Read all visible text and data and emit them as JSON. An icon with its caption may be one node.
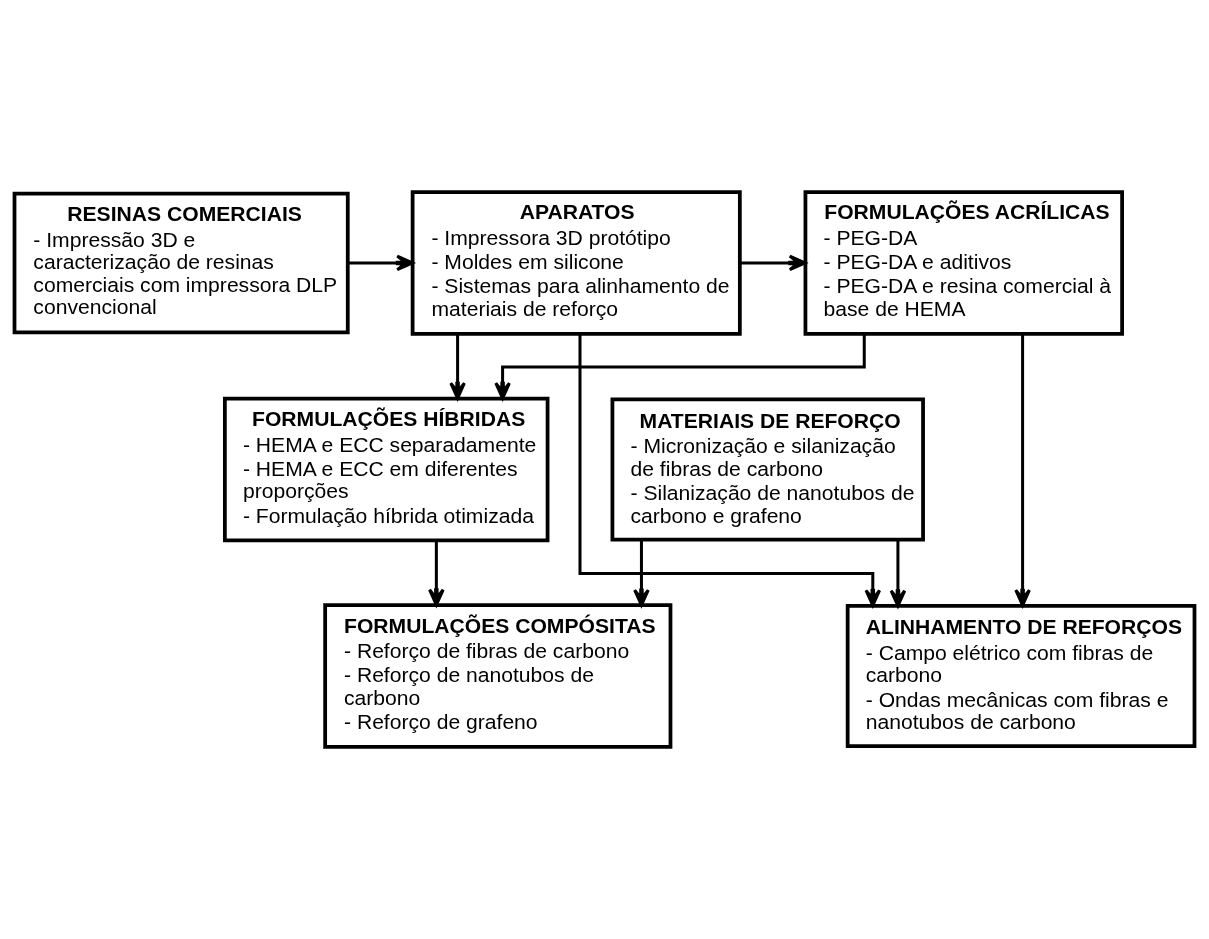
{
  "diagram": {
    "nodes": [
      {
        "text": [
          "RESINAS COMERCIAIS",
          "- Impressão 3D e caracterização de resinas comerciais com impressora DLP convencional"
        ]
      },
      {
        "text": [
          "APARATOS",
          "- Impressora 3D protótipo",
          "- Moldes em silicone",
          "- Sistemas para alinhamento de materiais de reforço"
        ]
      },
      {
        "text": [
          "FORMULAÇÕES ACRÍLICAS",
          "- PEG-DA",
          "- PEG-DA e aditivos",
          "- PEG-DA e resina comercial à base de HEMA"
        ]
      },
      {
        "text": [
          "MATERIAIS DE REFORÇO",
          "- Micronização e silanização de fibras de carbono",
          "- Silanização de nanotubos de carbono e grafeno"
        ]
      },
      {
        "text": [
          "FORMULAÇÕES HÍBRIDAS",
          "- HEMA e ECC separadamente",
          "- HEMA e ECC em diferentes proporções",
          "- Formulação híbrida otimizada"
        ]
      },
      {
        "text": [
          "ALINHAMENTO DE REFORÇOS",
          "- Campo elétrico com fibras de carbono",
          "- Ondas mecânicas com fibras e nanotubos de carbono"
        ]
      },
      {
        "text": [
          "FORMULAÇÕES COMPÓSITAS",
          "- Reforço de fibras de carbono",
          "- Reforço de nanotubos de carbono",
          "- Reforço de grafeno"
        ]
      }
    ],
    "edges": [
      {
        "from": 0,
        "to": 1,
        "arrow": "to"
      },
      {
        "from": 1,
        "to": 2,
        "arrow": "to"
      },
      {
        "from": 2,
        "to": 4,
        "arrow": "to"
      },
      {
        "from": 1,
        "to": 4,
        "arrow": "to"
      },
      {
        "from": 1,
        "to": 5,
        "arrow": "to"
      },
      {
        "from": 2,
        "to": 5,
        "arrow": "to"
      },
      {
        "from": 3,
        "to": 5,
        "arrow": "to"
      },
      {
        "from": 3,
        "to": 6,
        "arrow": "to"
      },
      {
        "from": 4,
        "to": 6,
        "arrow": "to"
      }
    ]
  }
}
